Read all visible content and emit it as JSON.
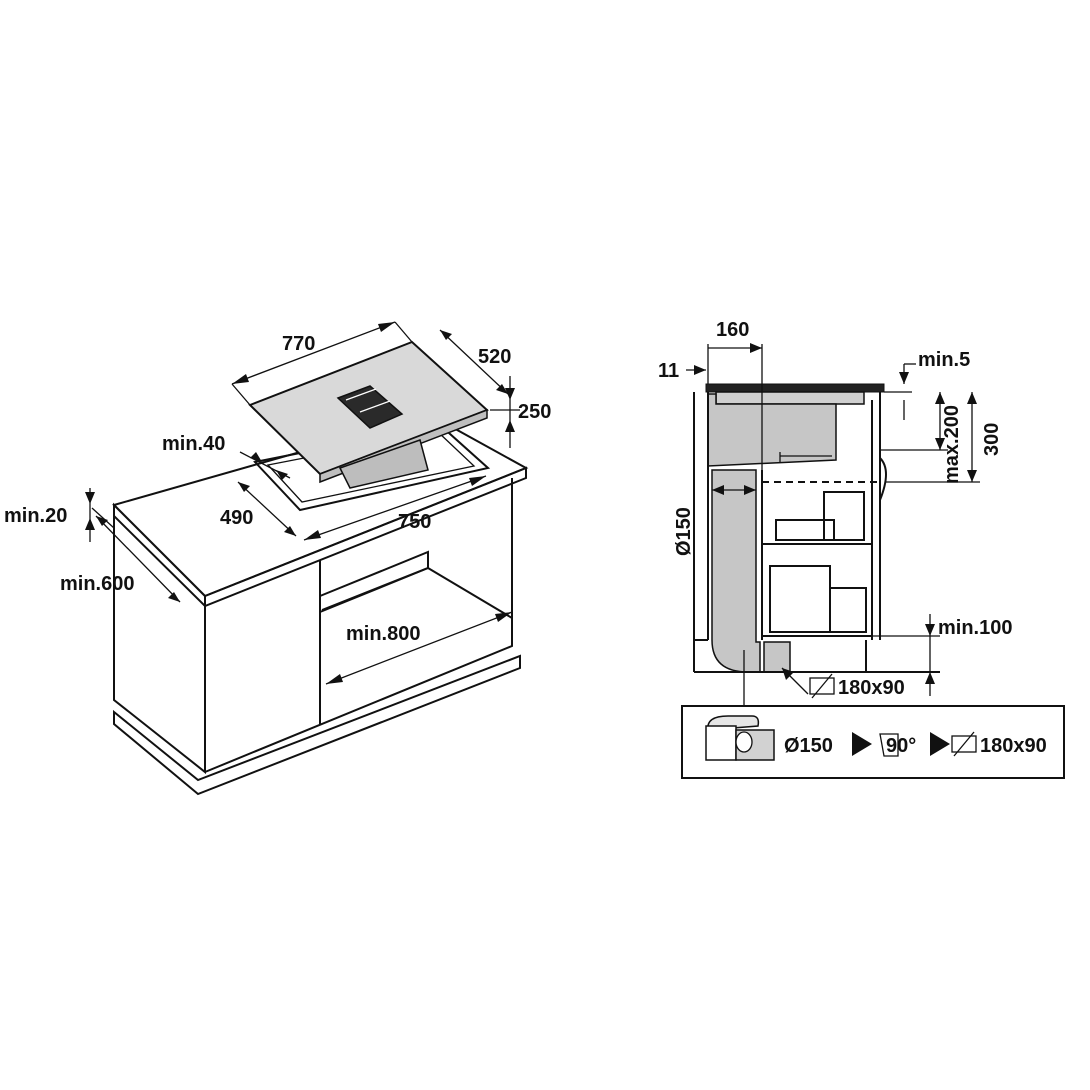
{
  "colors": {
    "line": "#111111",
    "hob_fill": "#d9d9d9",
    "duct_fill": "#c6c6c6",
    "background": "#ffffff"
  },
  "left_view": {
    "dim_770": "770",
    "dim_520": "520",
    "dim_250": "250",
    "dim_min40": "min.40",
    "dim_490": "490",
    "dim_750": "750",
    "dim_min20": "min.20",
    "dim_min600": "min.600",
    "dim_min800": "min.800"
  },
  "right_view": {
    "dim_160": "160",
    "dim_11": "11",
    "dim_min5": "min.5",
    "dim_max200": "max.200",
    "dim_300": "300",
    "dim_o150": "Ø150",
    "dim_min100": "min.100",
    "dim_180x90": "180x90"
  },
  "legend": {
    "item_o150": "Ø150",
    "item_90": "90°",
    "item_180x90": "180x90"
  }
}
